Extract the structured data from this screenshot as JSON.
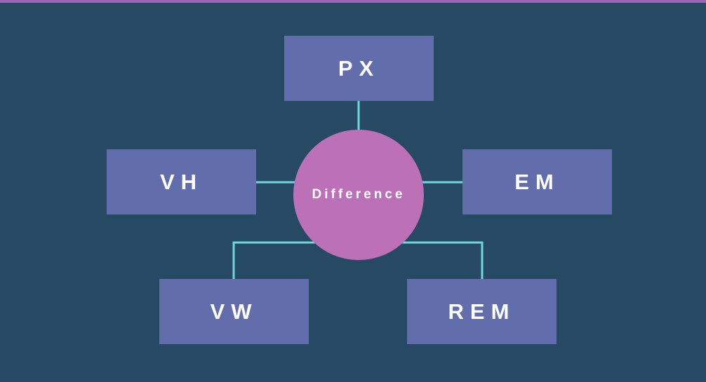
{
  "diagram": {
    "center_label": "Difference",
    "nodes": {
      "px": "PX",
      "vh": "VH",
      "em": "EM",
      "vw": "VW",
      "rem": "REM"
    }
  },
  "colors": {
    "background": "#264a63",
    "box": "#616eab",
    "hub": "#bb70b7",
    "connector": "#6fd6dc",
    "top_bar": "#9b64b4"
  }
}
